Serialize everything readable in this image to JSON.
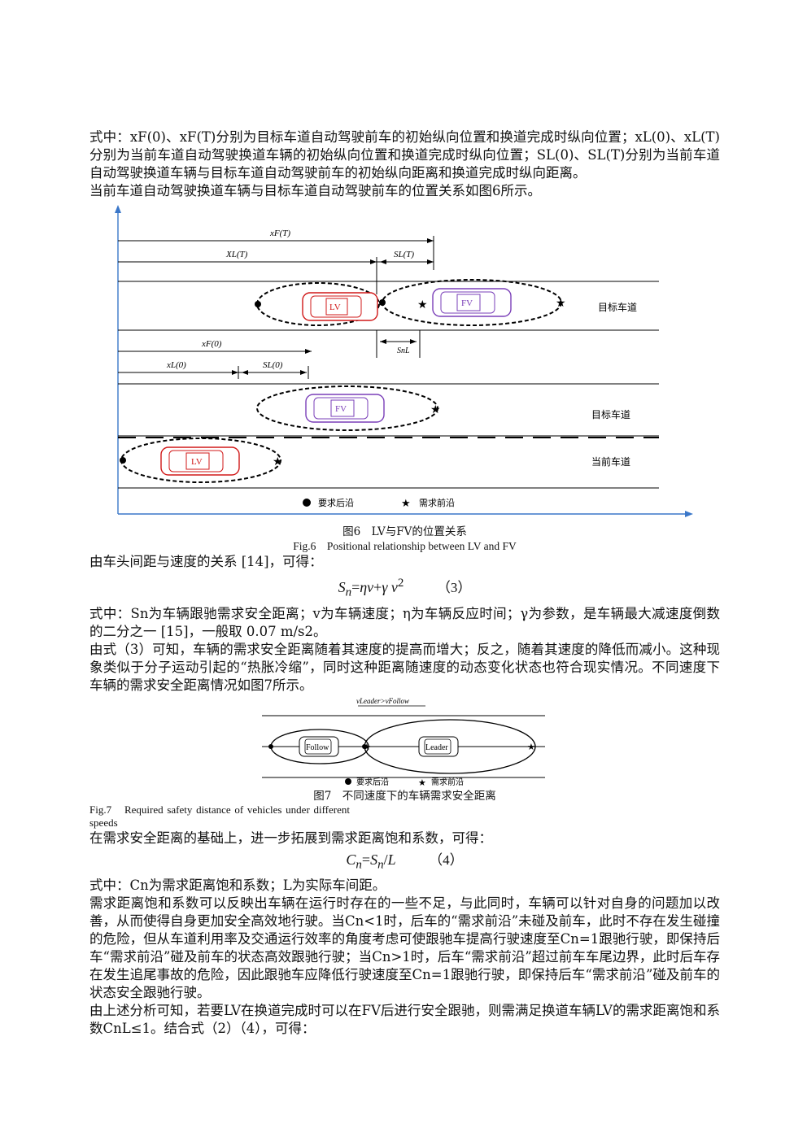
{
  "paragraphs": {
    "p1": "式中：xF(0)、xF(T)分别为目标车道自动驾驶前车的初始纵向位置和换道完成时纵向位置；xL(0)、xL(T)分别为当前车道自动驾驶换道车辆的初始纵向位置和换道完成时纵向位置；SL(0)、SL(T)分别为当前车道自动驾驶换道车辆与目标车道自动驾驶前车的初始纵向距离和换道完成时纵向距离。",
    "p2": "当前车道自动驾驶换道车辆与目标车道自动驾驶前车的位置关系如图6所示。",
    "p3": "由车头间距与速度的关系 [14]，可得：",
    "p4": "式中：Sn为车辆跟驰需求安全距离；v为车辆速度；η为车辆反应时间；γ为参数，是车辆最大减速度倒数的二分之一 [15]，一般取 0.07 m/s2。",
    "p5": "由式（3）可知，车辆的需求安全距离随着其速度的提高而增大；反之，随着其速度的降低而减小。这种现象类似于分子运动引起的“热胀冷缩”，同时这种距离随速度的动态变化状态也符合现实情况。不同速度下车辆的需求安全距离情况如图7所示。",
    "p6": "在需求安全距离的基础上，进一步拓展到需求距离饱和系数，可得：",
    "p7": "式中：Cn为需求距离饱和系数；L为实际车间距。",
    "p8": "需求距离饱和系数可以反映出车辆在运行时存在的一些不足，与此同时，车辆可以针对自身的问题加以改善，从而使得自身更加安全高效地行驶。当Cn<1时，后车的“需求前沿”未碰及前车，此时不存在发生碰撞的危险，但从车道利用率及交通运行效率的角度考虑可使跟驰车提高行驶速度至Cn=1跟驰行驶，即保持后车“需求前沿”碰及前车的状态高效跟驰行驶；当Cn>1时，后车“需求前沿”超过前车车尾边界，此时后车存在发生追尾事故的危险，因此跟驰车应降低行驶速度至Cn=1跟驰行驶，即保持后车“需求前沿”碰及前车的状态安全跟驰行驶。",
    "p9": "由上述分析可知，若要LV在换道完成时可以在FV后进行安全跟驰，则需满足换道车辆LV的需求距离饱和系数CnL≤1。结合式（2）（4），可得："
  },
  "equations": {
    "eq3_num": "（3）",
    "eq4_num": "（4）"
  },
  "figure6": {
    "caption_cn": "图6　LV与FV的位置关系",
    "caption_en": "Fig.6　Positional relationship between LV and FV",
    "label_xF_T": "xF(T)",
    "label_XL_T": "XL(T)",
    "label_SL_T": "SL(T)",
    "label_SnL": "SnL",
    "label_xF_0": "xF(0)",
    "label_xL_0": "xL(0)",
    "label_SL_0": "SL(0)",
    "car_LV": "LV",
    "car_FV": "FV",
    "lane_target_top": "目标车道",
    "lane_target_bottom": "目标车道",
    "lane_current": "当前车道",
    "legend_rear": "要求后沿",
    "legend_front": "需求前沿"
  },
  "figure7": {
    "caption_cn": "图7　不同速度下的车辆需求安全距离",
    "caption_en": "Fig.7　Required safety distance of vehicles under different speeds",
    "top_label": "vLeader>vFollow",
    "car_follow": "Follow",
    "car_leader": "Leader",
    "legend_rear": "要求后沿",
    "legend_front": "需求前沿"
  },
  "colors": {
    "lv": "#d01818",
    "fv": "#7a3fb8",
    "axis": "#3a77c9"
  }
}
